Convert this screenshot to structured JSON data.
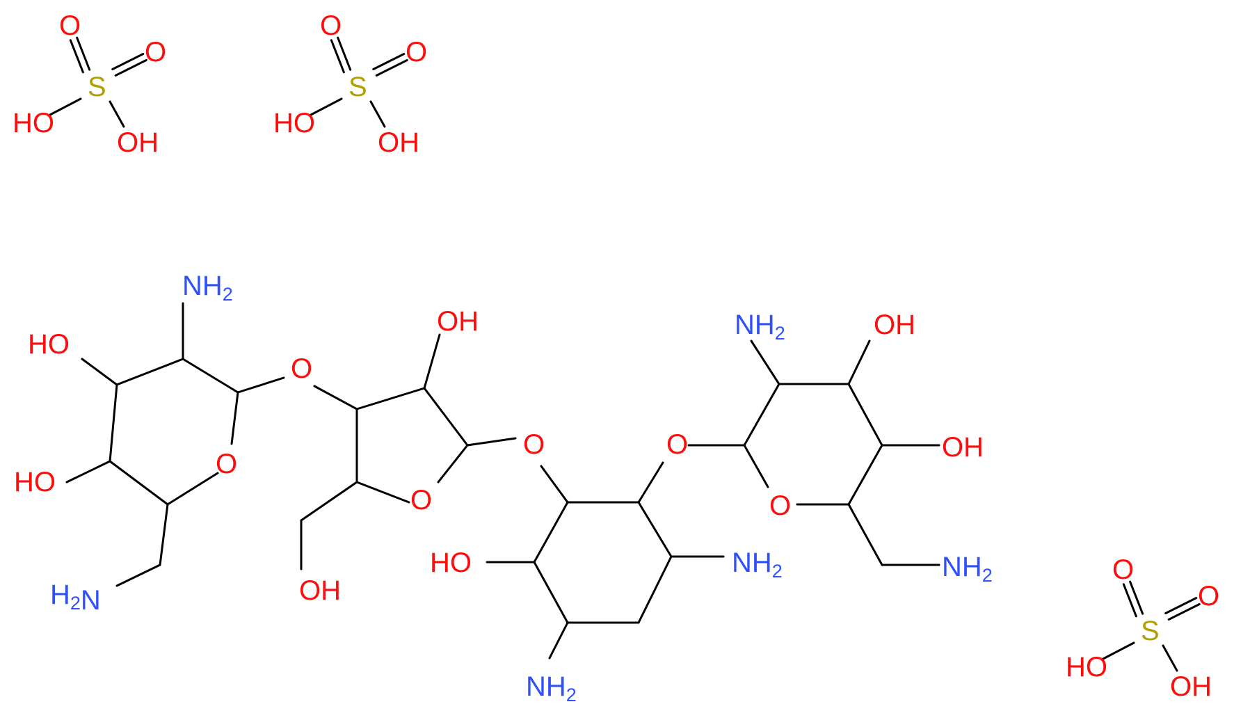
{
  "colors": {
    "bond": "#000000",
    "oxygen": "#ff0d0d",
    "nitrogen": "#3050f8",
    "sulfur": "#b2a000",
    "background": "#ffffff"
  },
  "sulfates": [
    {
      "S": "S",
      "O1": "O",
      "O2": "O",
      "OH1": "HO",
      "OH2": "OH"
    },
    {
      "S": "S",
      "O1": "O",
      "O2": "O",
      "OH1": "HO",
      "OH2": "OH"
    },
    {
      "S": "S",
      "O1": "O",
      "O2": "O",
      "OH1": "HO",
      "OH2": "OH"
    }
  ],
  "labels": {
    "O": "O",
    "OH": "OH",
    "HO": "HO",
    "N": "N",
    "H": "H",
    "sub2": "2"
  }
}
